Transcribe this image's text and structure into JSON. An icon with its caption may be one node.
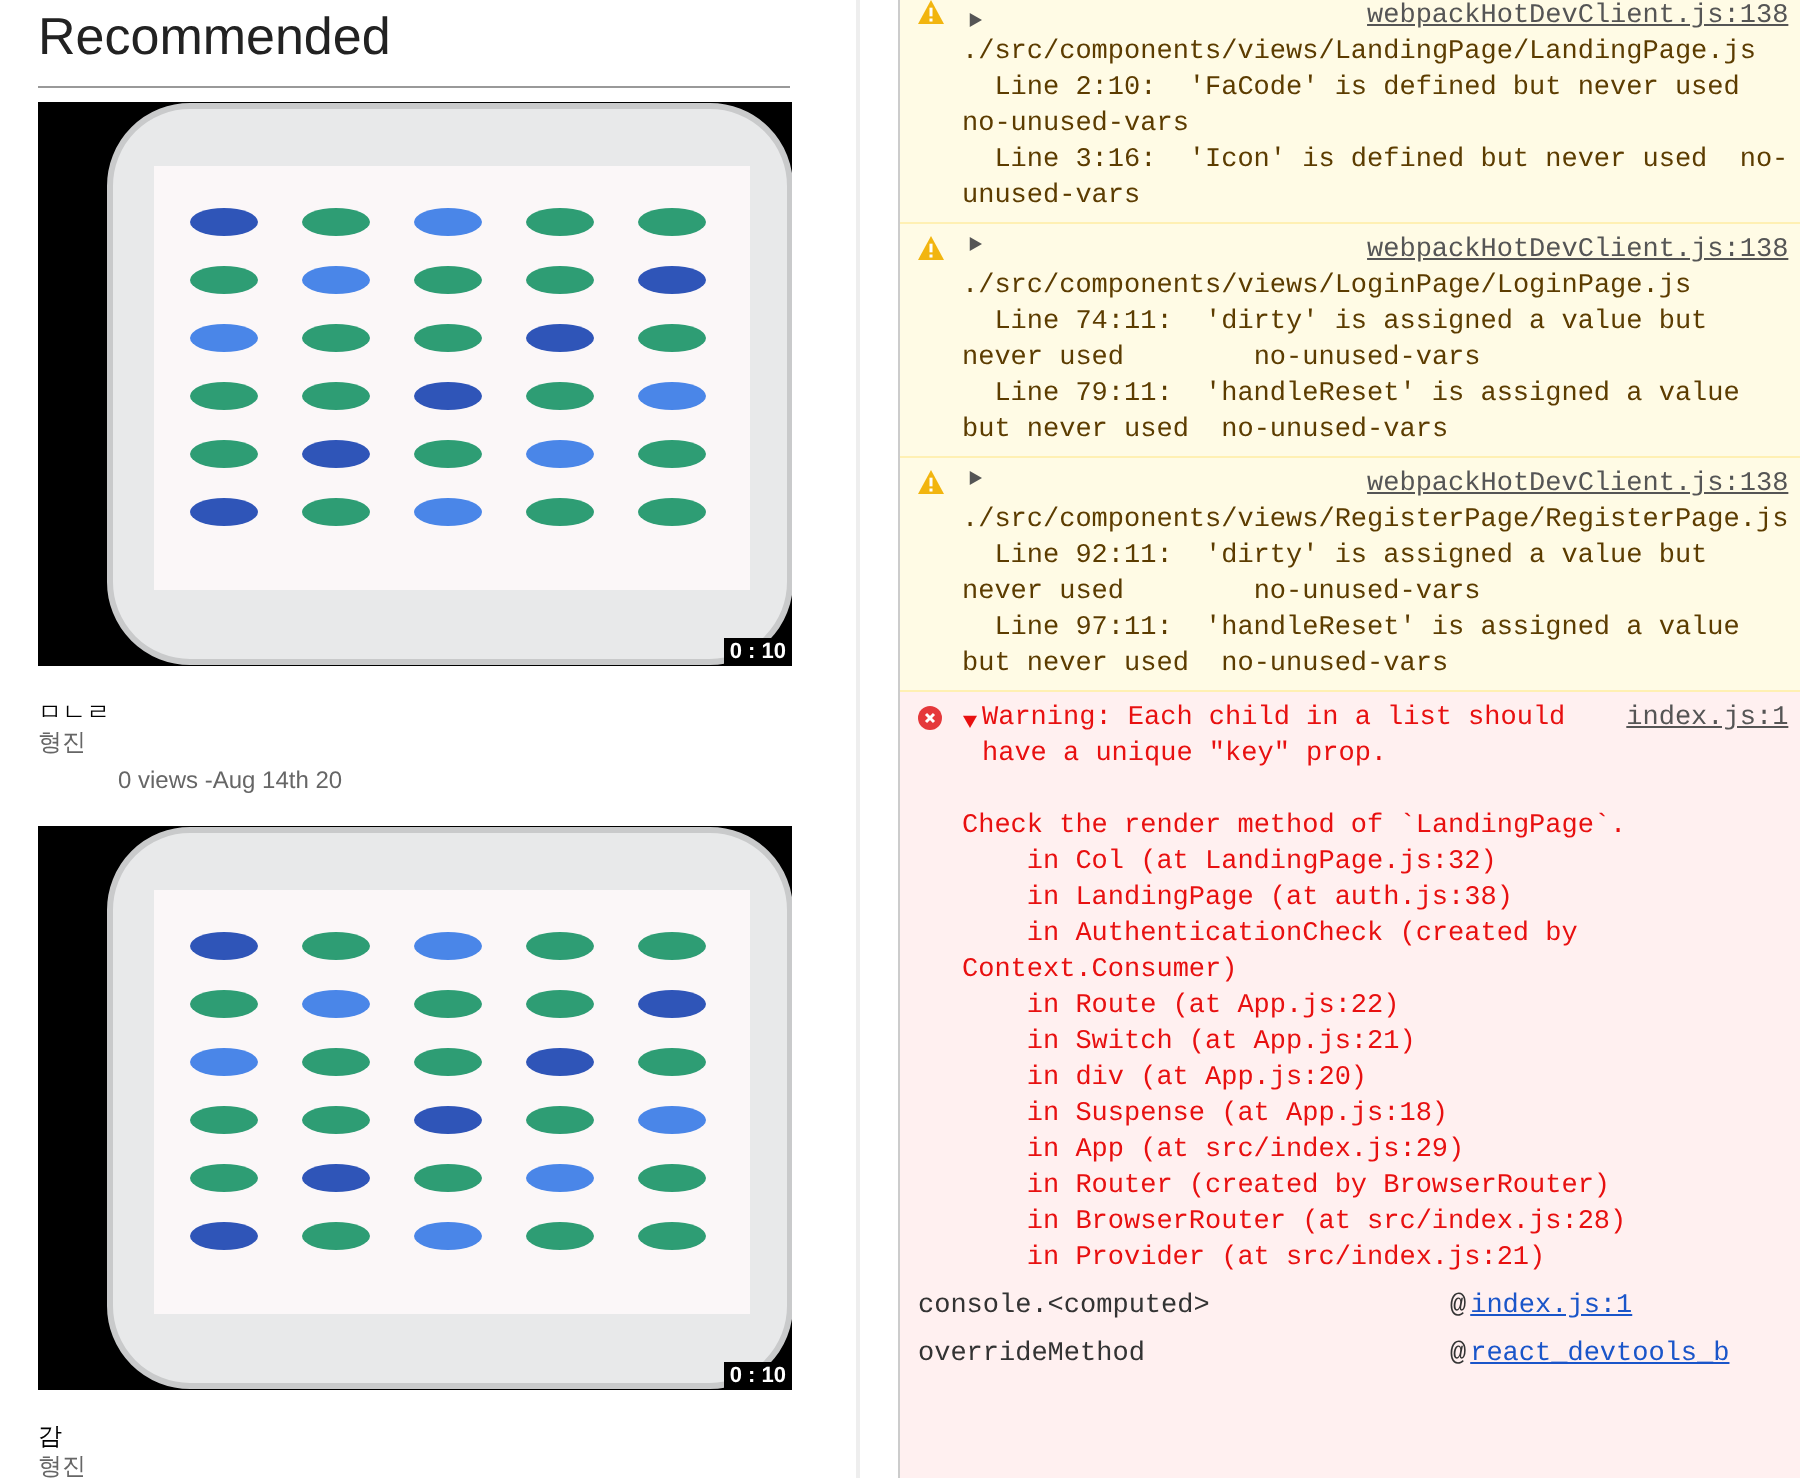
{
  "diagram": {
    "title": "Recommended",
    "nodes": [
      {
        "text": [
          "0 : 10",
          "ㅁㄴㄹ",
          "형진",
          "0 views -Aug 14th 20"
        ]
      },
      {
        "text": [
          "0 : 10",
          "감",
          "형진"
        ]
      },
      {
        "text": [
          "webpackHotDevClient.js:138",
          "./src/components/views/LandingPage/LandingPage.js",
          "Line 2:10:  'FaCode' is defined but never used  no-unused-vars",
          "Line 3:16:  'Icon' is defined but never used  no-unused-vars"
        ]
      },
      {
        "text": [
          "webpackHotDevClient.js:138",
          "./src/components/views/LoginPage/LoginPage.js",
          "Line 74:11:  'dirty' is assigned a value but never used        no-unused-vars",
          "Line 79:11:  'handleReset' is assigned a value but never used  no-unused-vars"
        ]
      },
      {
        "text": [
          "webpackHotDevClient.js:138",
          "./src/components/views/RegisterPage/RegisterPage.js",
          "Line 92:11:  'dirty' is assigned a value but never used        no-unused-vars",
          "Line 97:11:  'handleReset' is assigned a value but never used  no-unused-vars"
        ]
      },
      {
        "text": [
          "Warning: Each child in a list should have a unique \"key\" prop.",
          "index.js:1",
          "Check the render method of `LandingPage`.",
          "in Col (at LandingPage.js:32)",
          "in LandingPage (at auth.js:38)",
          "in AuthenticationCheck (created by Context.Consumer)",
          "in Route (at App.js:22)",
          "in Switch (at App.js:21)",
          "in div (at App.js:20)",
          "in Suspense (at App.js:18)",
          "in App (at src/index.js:29)",
          "in Router (created by BrowserRouter)",
          "in BrowserRouter (at src/index.js:28)",
          "in Provider (at src/index.js:21)"
        ]
      },
      {
        "text": [
          "console.<computed>",
          "@",
          "index.js:1"
        ],
        "in": 5
      },
      {
        "text": [
          "overrideMethod",
          "@",
          "react_devtools_b"
        ],
        "in": 5
      }
    ]
  }
}
